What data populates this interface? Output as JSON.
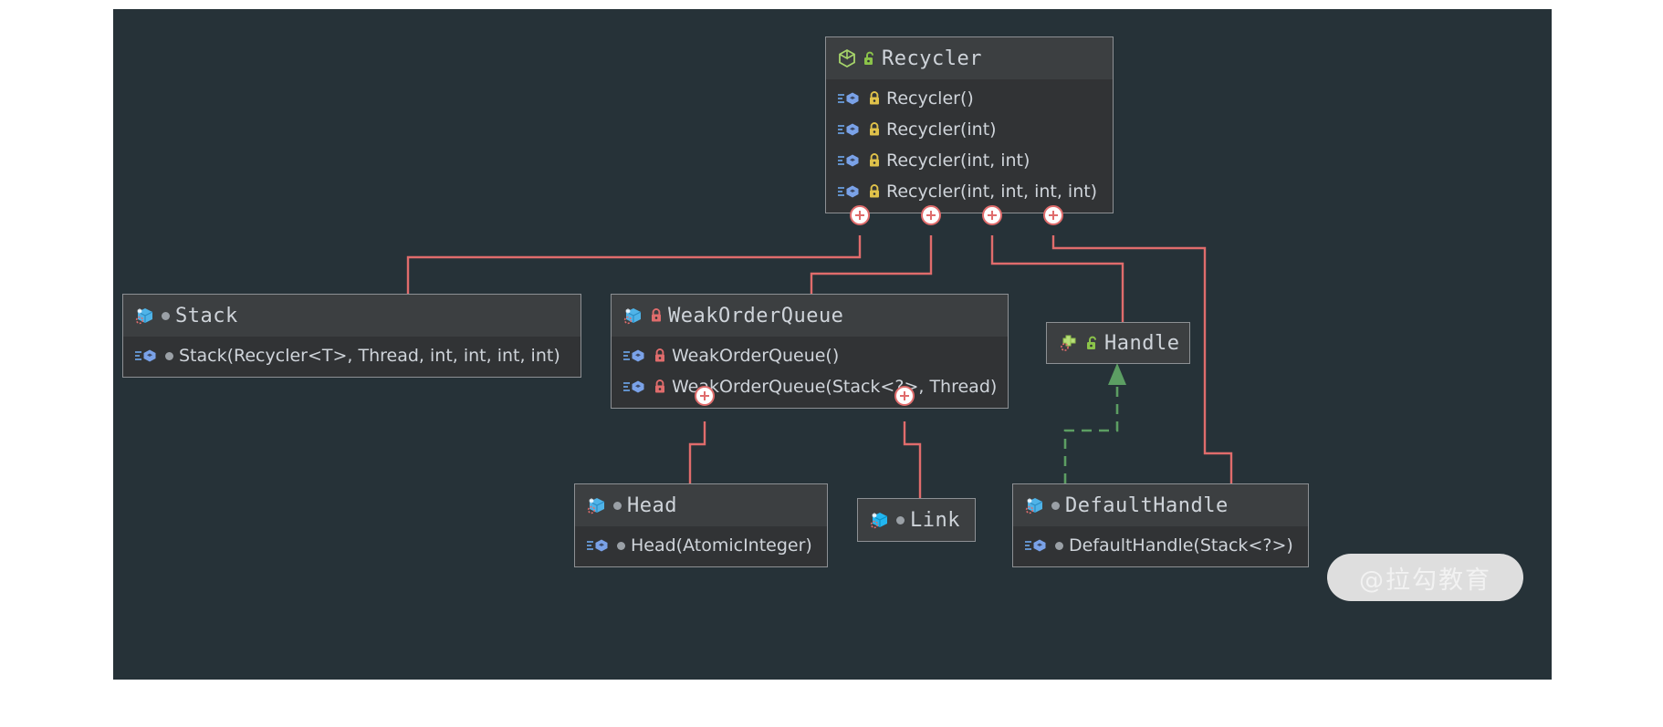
{
  "diagram": {
    "type": "uml-class-diagram",
    "canvas_background": "#263238",
    "page_background": "#ffffff",
    "association_color": "#e06c6c",
    "realization_color": "#5c9e63",
    "node_header_background": "#3c3f41",
    "node_body_background": "#313335",
    "node_border": "#8d9094",
    "text_color": "#cfd4da"
  },
  "nodes": {
    "recycler": {
      "name": "Recycler",
      "icon": "class-icon",
      "visibility_icon": "lock-open-green-icon",
      "members": [
        {
          "label": "Recycler()",
          "icon": "method-icon",
          "visibility_icon": "lock-closed-yellow-icon"
        },
        {
          "label": "Recycler(int)",
          "icon": "method-icon",
          "visibility_icon": "lock-closed-yellow-icon"
        },
        {
          "label": "Recycler(int, int)",
          "icon": "method-icon",
          "visibility_icon": "lock-closed-yellow-icon"
        },
        {
          "label": "Recycler(int, int, int, int)",
          "icon": "method-icon",
          "visibility_icon": "lock-closed-yellow-icon"
        }
      ]
    },
    "stack": {
      "name": "Stack",
      "icon": "inner-class-icon",
      "visibility_icon": "package-private-dot-icon",
      "members": [
        {
          "label": "Stack(Recycler<T>, Thread, int, int, int, int)",
          "icon": "method-icon",
          "visibility_icon": "package-private-dot-icon"
        }
      ]
    },
    "weak_order_queue": {
      "name": "WeakOrderQueue",
      "icon": "inner-class-icon",
      "visibility_icon": "lock-closed-red-icon",
      "members": [
        {
          "label": "WeakOrderQueue()",
          "icon": "method-icon",
          "visibility_icon": "lock-closed-red-icon"
        },
        {
          "label": "WeakOrderQueue(Stack<?>, Thread)",
          "icon": "method-icon",
          "visibility_icon": "lock-closed-red-icon"
        }
      ]
    },
    "handle": {
      "name": "Handle",
      "icon": "interface-icon",
      "visibility_icon": "lock-open-green-icon",
      "members": []
    },
    "head": {
      "name": "Head",
      "icon": "inner-class-icon",
      "visibility_icon": "package-private-dot-icon",
      "members": [
        {
          "label": "Head(AtomicInteger)",
          "icon": "method-icon",
          "visibility_icon": "package-private-dot-icon"
        }
      ]
    },
    "link": {
      "name": "Link",
      "icon": "inner-class-icon",
      "visibility_icon": "package-private-dot-icon",
      "members": []
    },
    "default_handle": {
      "name": "DefaultHandle",
      "icon": "inner-class-icon",
      "visibility_icon": "package-private-dot-icon",
      "members": [
        {
          "label": "DefaultHandle(Stack<?>)",
          "icon": "method-icon",
          "visibility_icon": "package-private-dot-icon"
        }
      ]
    }
  },
  "edges": [
    {
      "from": "recycler",
      "to": "stack",
      "style": "solid",
      "kind": "inner-class"
    },
    {
      "from": "recycler",
      "to": "weak_order_queue",
      "style": "solid",
      "kind": "inner-class"
    },
    {
      "from": "recycler",
      "to": "handle",
      "style": "solid",
      "kind": "inner-class"
    },
    {
      "from": "recycler",
      "to": "default_handle",
      "style": "solid",
      "kind": "inner-class"
    },
    {
      "from": "weak_order_queue",
      "to": "head",
      "style": "solid",
      "kind": "inner-class"
    },
    {
      "from": "weak_order_queue",
      "to": "link",
      "style": "solid",
      "kind": "inner-class"
    },
    {
      "from": "default_handle",
      "to": "handle",
      "style": "dashed",
      "kind": "realization"
    }
  ],
  "watermark": {
    "text": "@拉勾教育"
  }
}
